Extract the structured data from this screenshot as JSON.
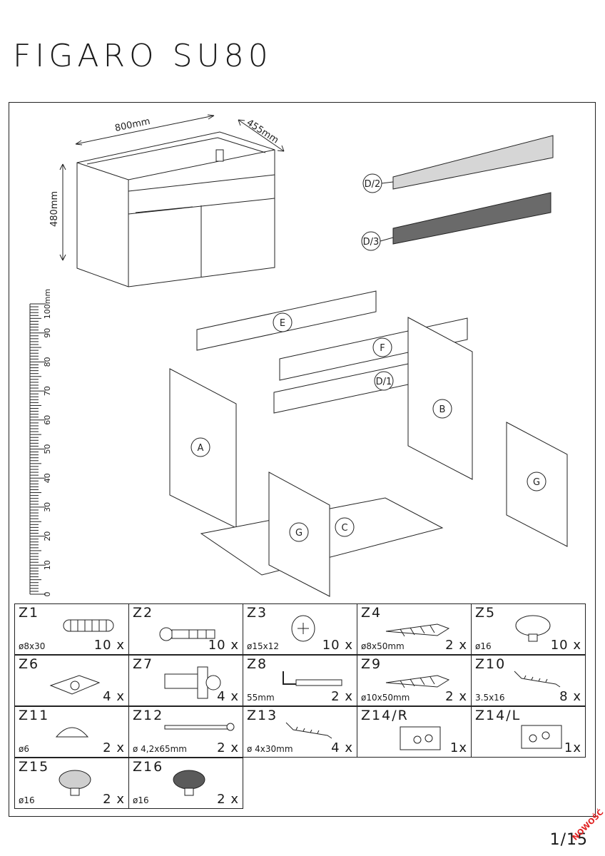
{
  "title": "FIGARO SU80",
  "dimensions": {
    "width": "800mm",
    "depth": "455mm",
    "height": "480mm"
  },
  "ruler": {
    "labels": [
      "100mm",
      "90",
      "80",
      "70",
      "60",
      "50",
      "40",
      "30",
      "20",
      "10",
      "0"
    ]
  },
  "part_labels": {
    "d2": "D/2",
    "d3": "D/3",
    "e": "E",
    "f": "F",
    "d1": "D/1",
    "b": "B",
    "a": "A",
    "g_side": "G",
    "g_front": "G",
    "c": "C"
  },
  "colors": {
    "panel_light": "#d6d6d6",
    "panel_dark": "#6a6a6a",
    "line": "#222222"
  },
  "hardware": [
    {
      "code": "Z1",
      "spec": "ø8x30",
      "qty": "10 x",
      "icon": "wooden-dowel-icon"
    },
    {
      "code": "Z2",
      "spec": "",
      "qty": "10 x",
      "icon": "connector-bolt-icon"
    },
    {
      "code": "Z3",
      "spec": "ø15x12",
      "qty": "10 x",
      "icon": "cam-lock-icon"
    },
    {
      "code": "Z4",
      "spec": "ø8x50mm",
      "qty": "2 x",
      "icon": "wall-plug-icon"
    },
    {
      "code": "Z5",
      "spec": "ø16",
      "qty": "10 x",
      "icon": "furniture-foot-icon"
    },
    {
      "code": "Z6",
      "spec": "",
      "qty": "4 x",
      "icon": "hinge-icon"
    },
    {
      "code": "Z7",
      "spec": "",
      "qty": "4 x",
      "icon": "hinge-plate-icon"
    },
    {
      "code": "Z8",
      "spec": "55mm",
      "qty": "2 x",
      "icon": "hook-screw-icon"
    },
    {
      "code": "Z9",
      "spec": "ø10x50mm",
      "qty": "2 x",
      "icon": "wall-plug-icon"
    },
    {
      "code": "Z10",
      "spec": "3.5x16",
      "qty": "8 x",
      "icon": "screw-icon"
    },
    {
      "code": "Z11",
      "spec": "ø6",
      "qty": "2 x",
      "icon": "cap-icon"
    },
    {
      "code": "Z12",
      "spec": "ø 4,2x65mm",
      "qty": "2 x",
      "icon": "long-screw-icon"
    },
    {
      "code": "Z13",
      "spec": "ø 4x30mm",
      "qty": "4 x",
      "icon": "screw-icon"
    },
    {
      "code": "Z14/R",
      "spec": "",
      "qty": "1x",
      "icon": "hanging-bracket-right-icon"
    },
    {
      "code": "Z14/L",
      "spec": "",
      "qty": "1x",
      "icon": "hanging-bracket-left-icon"
    },
    {
      "code": "Z15",
      "spec": "ø16",
      "qty": "2 x",
      "icon": "cover-cap-light-icon"
    },
    {
      "code": "Z16",
      "spec": "ø16",
      "qty": "2 x",
      "icon": "cover-cap-dark-icon"
    }
  ],
  "page_number": "1/15",
  "stamp": "NOWOŚĆ"
}
